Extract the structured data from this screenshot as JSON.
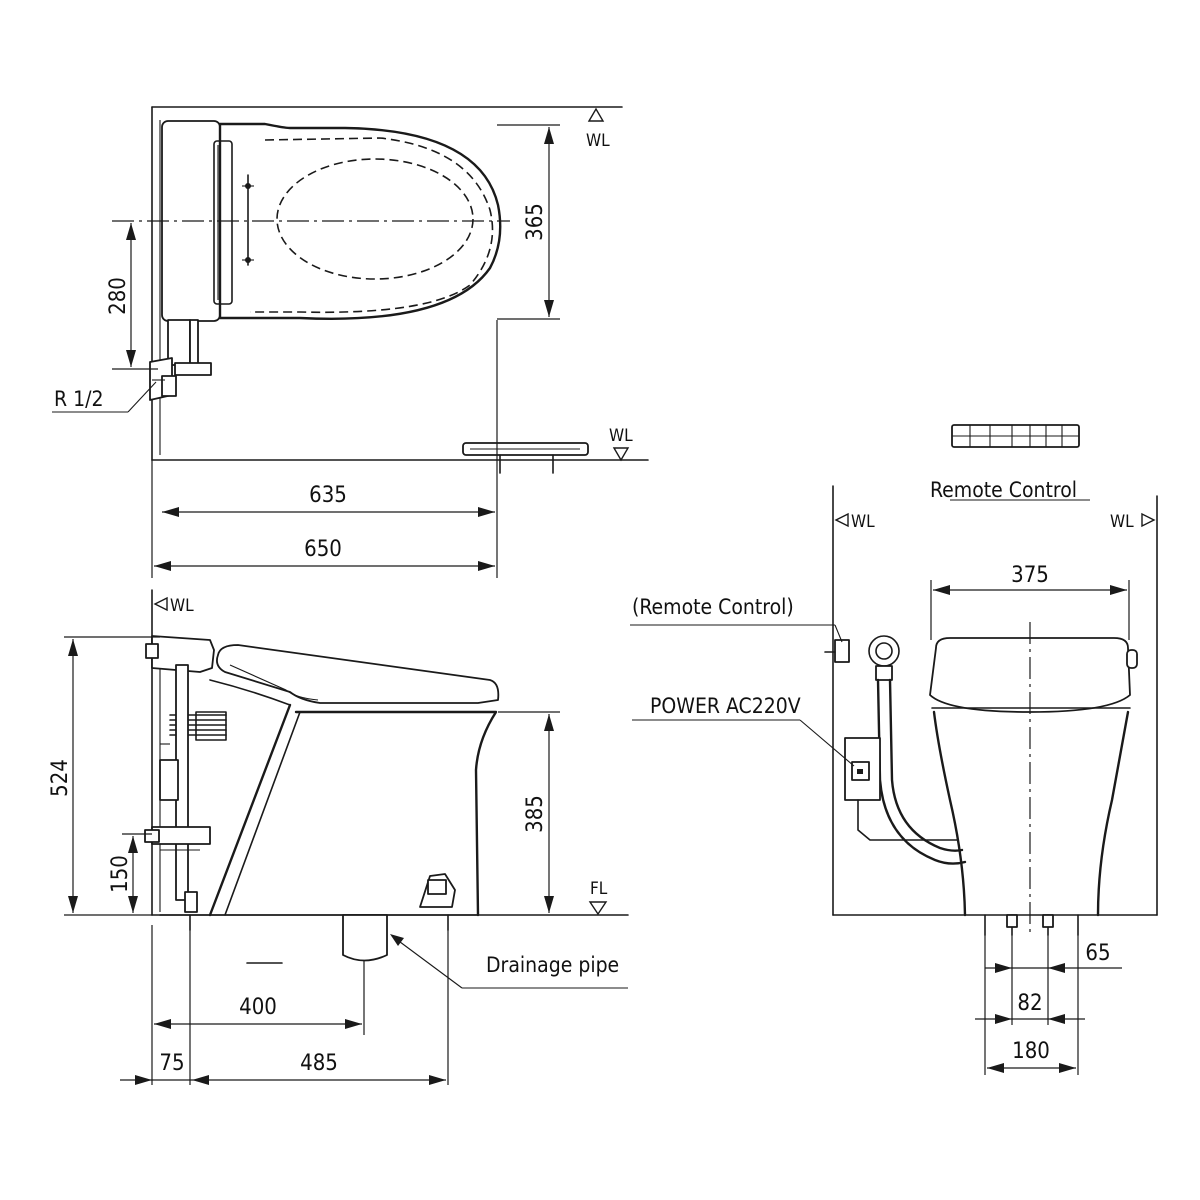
{
  "dimensions": {
    "d365": "365",
    "d280": "280",
    "d635": "635",
    "d650": "650",
    "d524": "524",
    "d385": "385",
    "d150": "150",
    "d400": "400",
    "d75": "75",
    "d485": "485",
    "d375": "375",
    "d65": "65",
    "d82": "82",
    "d180": "180"
  },
  "labels": {
    "r_half": "R 1/2",
    "remote_control": "Remote Control",
    "remote_control_paren": "(Remote Control)",
    "power": "POWER AC220V",
    "drainage_pipe": "Drainage pipe",
    "wl": "WL",
    "fl": "FL"
  }
}
